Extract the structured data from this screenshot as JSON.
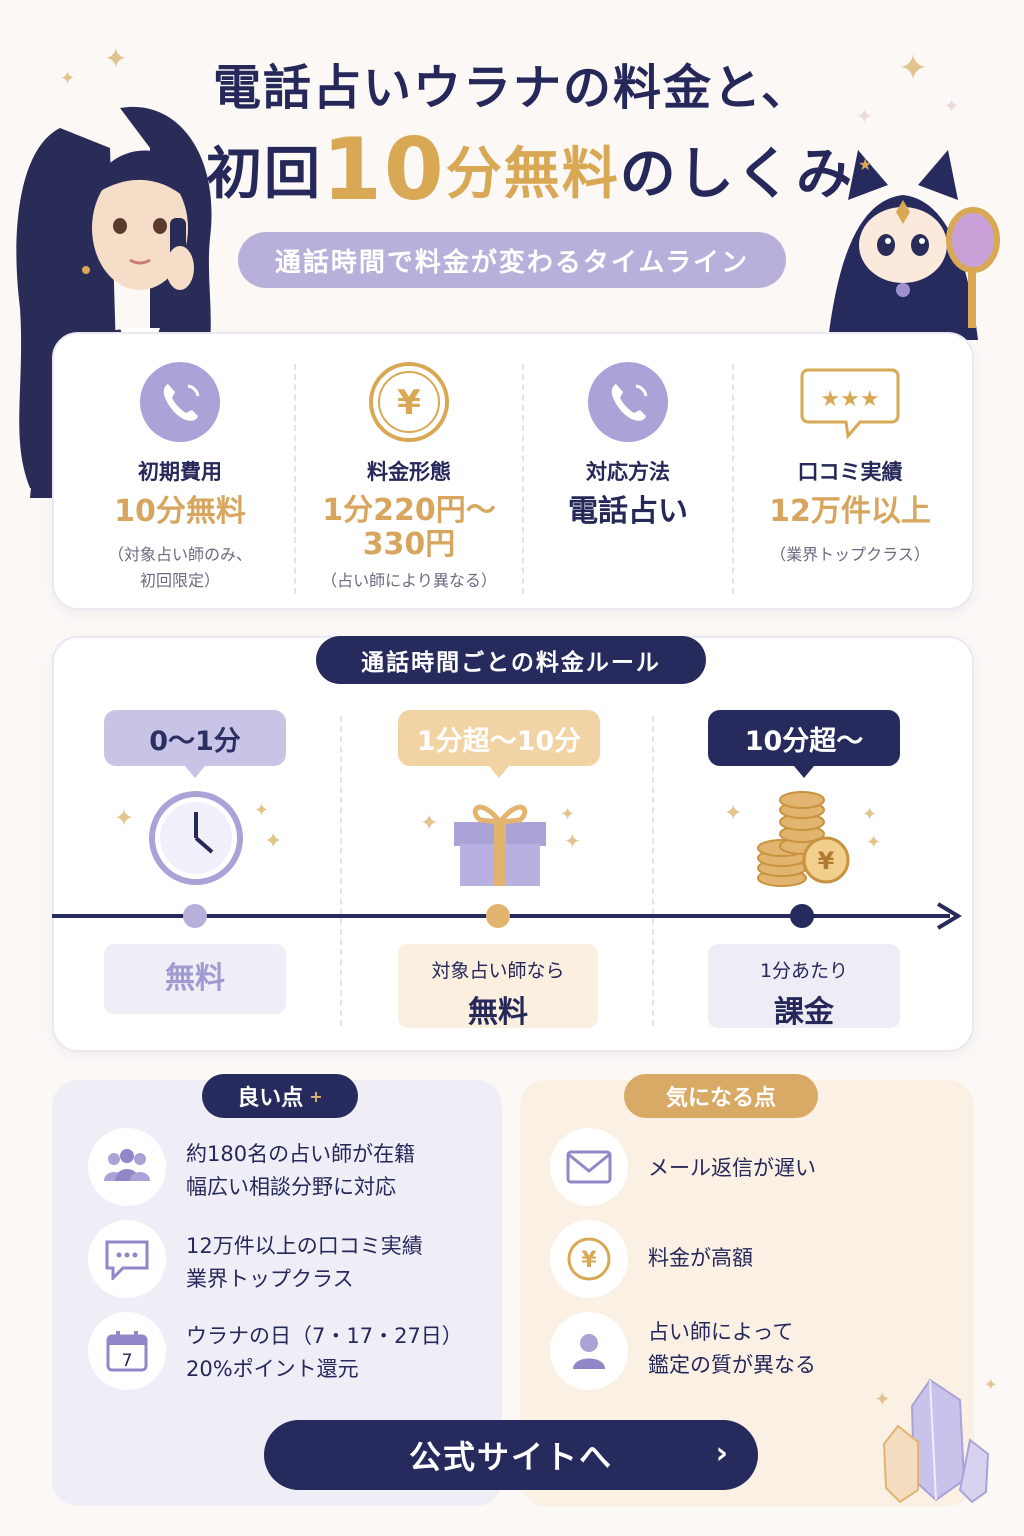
{
  "header": {
    "title_line1": "電話占いウラナの料金と、",
    "title_line2_prefix": "初回",
    "title_line2_number": "10",
    "title_line2_middle": "分無料",
    "title_line2_suffix": "のしくみ",
    "subtitle": "通話時間で料金が変わるタイムライン"
  },
  "summary": [
    {
      "label": "初期費用",
      "value": "10分無料",
      "note": "（対象占い師のみ、\n初回限定）",
      "icon": "phone-icon"
    },
    {
      "label": "料金形態",
      "value": "1分220円〜\n330円",
      "note": "（占い師により異なる）",
      "icon": "yen-coin-icon"
    },
    {
      "label": "対応方法",
      "value": "電話占い",
      "note": "",
      "icon": "phone-icon"
    },
    {
      "label": "口コミ実績",
      "value": "12万件以上",
      "note": "（業界トップクラス）",
      "icon": "star-review-icon"
    }
  ],
  "rules": {
    "title": "通話時間ごとの料金ルール",
    "stages": [
      {
        "range": "0〜1分",
        "result_small": "",
        "result": "無料",
        "icon": "clock-icon"
      },
      {
        "range": "1分超〜10分",
        "result_small": "対象占い師なら",
        "result": "無料",
        "icon": "gift-icon"
      },
      {
        "range": "10分超〜",
        "result_small": "1分あたり",
        "result": "課金",
        "icon": "coins-icon"
      }
    ]
  },
  "good": {
    "title": "良い点",
    "items": [
      {
        "line1": "約180名の占い師が在籍",
        "line2": "幅広い相談分野に対応",
        "icon": "people-icon"
      },
      {
        "line1": "12万件以上の口コミ実績",
        "line2": "業界トップクラス",
        "icon": "chat-icon"
      },
      {
        "line1": "ウラナの日（7・17・27日）",
        "line2": "20%ポイント還元",
        "icon": "calendar-icon"
      }
    ],
    "calendar_day": "7"
  },
  "concerns": {
    "title": "気になる点",
    "items": [
      {
        "line1": "メール返信が遅い",
        "line2": "",
        "icon": "mail-icon"
      },
      {
        "line1": "料金が高額",
        "line2": "",
        "icon": "yen-icon"
      },
      {
        "line1": "占い師によって",
        "line2": "鑑定の質が異なる",
        "icon": "person-icon"
      }
    ]
  },
  "cta": {
    "label": "公式サイトへ",
    "arrow": "›"
  },
  "colors": {
    "navy": "#262a5c",
    "gold": "#d9a855",
    "lavender": "#b8b0db"
  }
}
